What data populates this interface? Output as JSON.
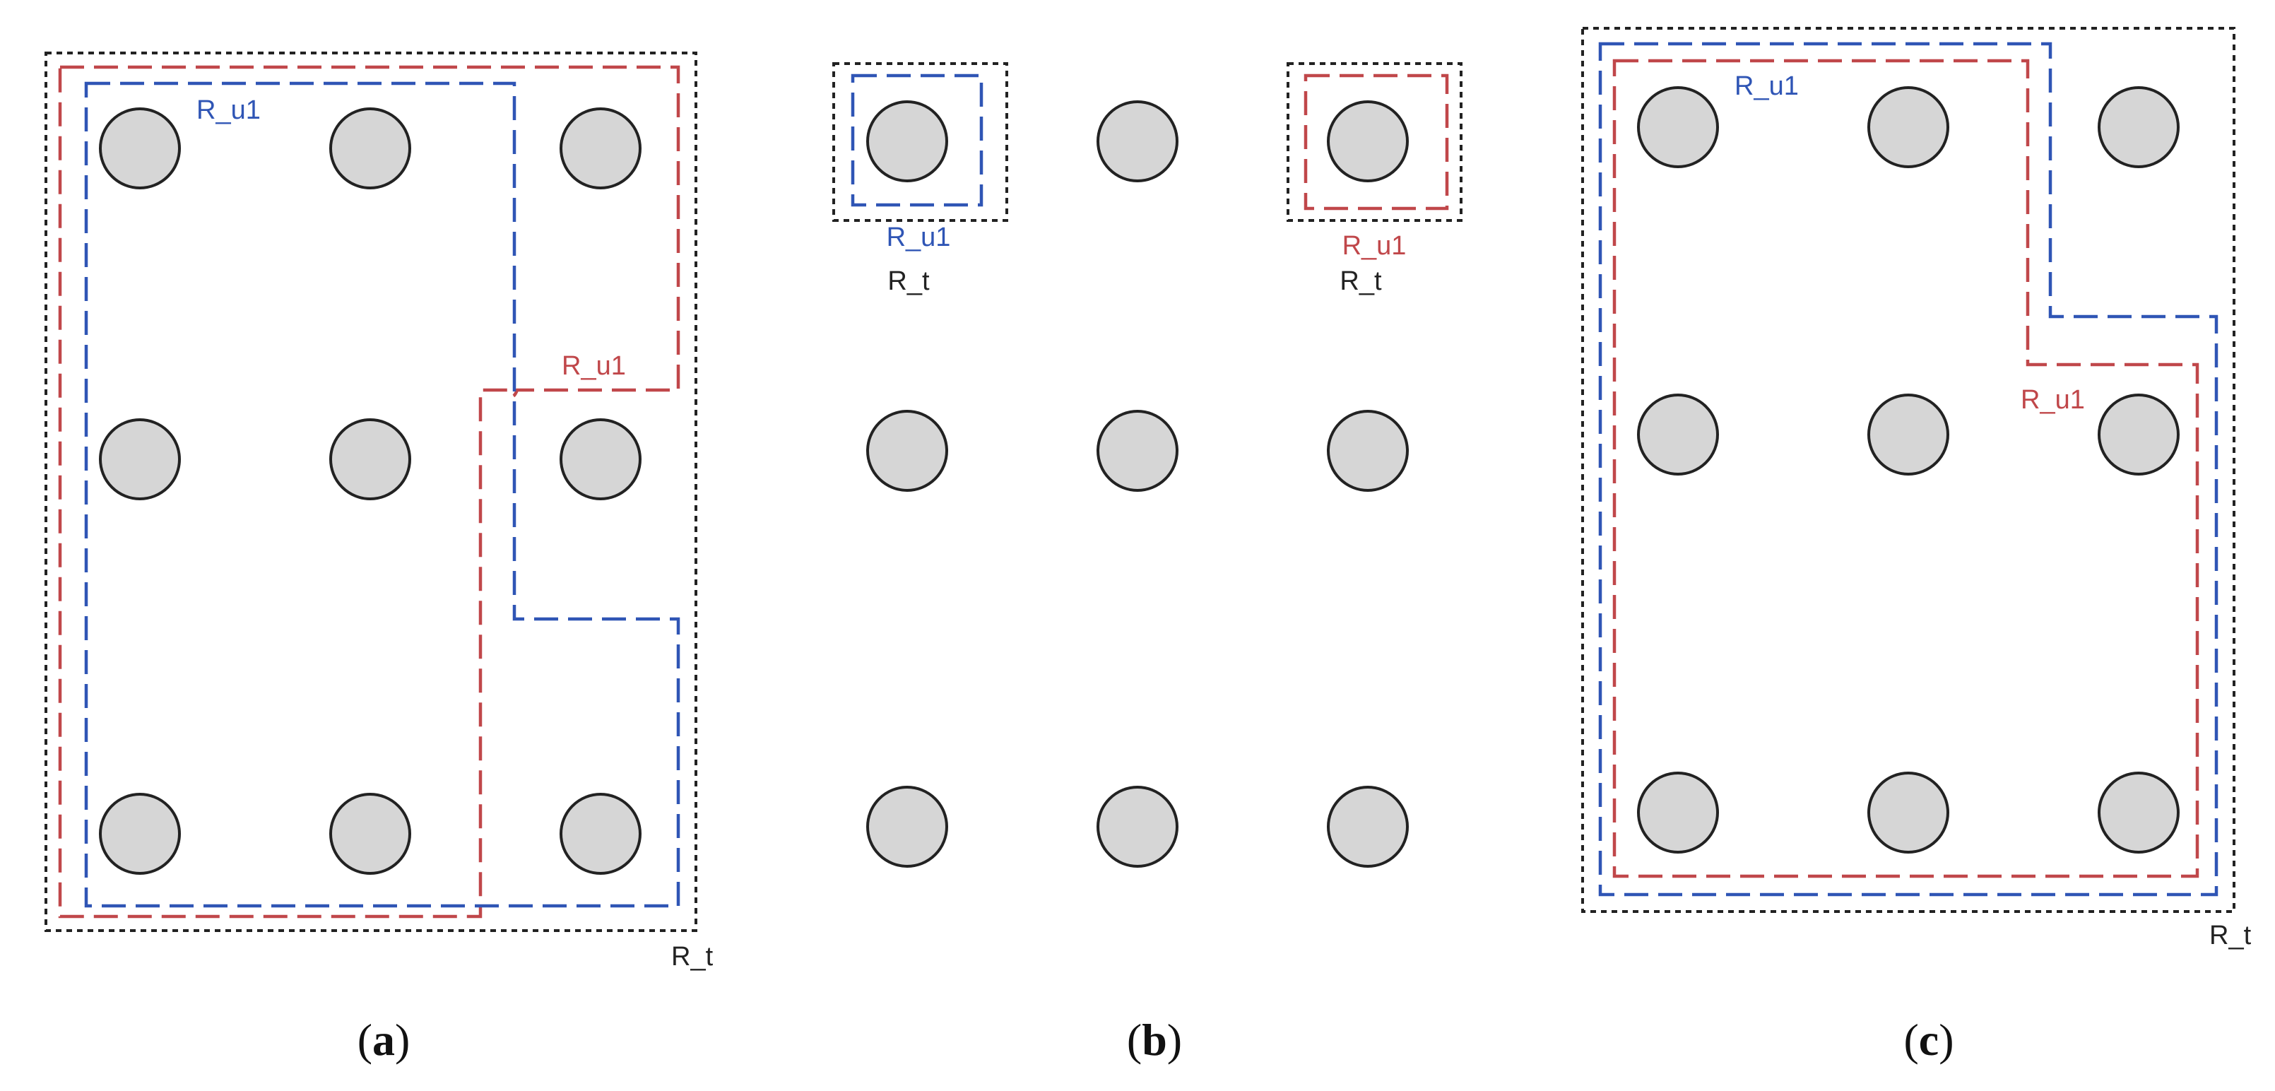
{
  "colors": {
    "blue": "#2f55b5",
    "red": "#c0474a",
    "black": "#222222",
    "node_fill": "#d6d6d6"
  },
  "panels": [
    {
      "id": "a",
      "caption_open": "(",
      "caption_letter": "a",
      "caption_close": ")",
      "blue_label": "R_u1",
      "red_label": "R_u1",
      "total_label": "R_t"
    },
    {
      "id": "b",
      "caption_open": "(",
      "caption_letter": "b",
      "caption_close": ")",
      "left_box": {
        "region_label": "R_u1",
        "total_label": "R_t"
      },
      "right_box": {
        "region_label": "R_u1",
        "total_label": "R_t"
      }
    },
    {
      "id": "c",
      "caption_open": "(",
      "caption_letter": "c",
      "caption_close": ")",
      "blue_label": "R_u1",
      "red_label": "R_u1",
      "total_label": "R_t"
    }
  ]
}
